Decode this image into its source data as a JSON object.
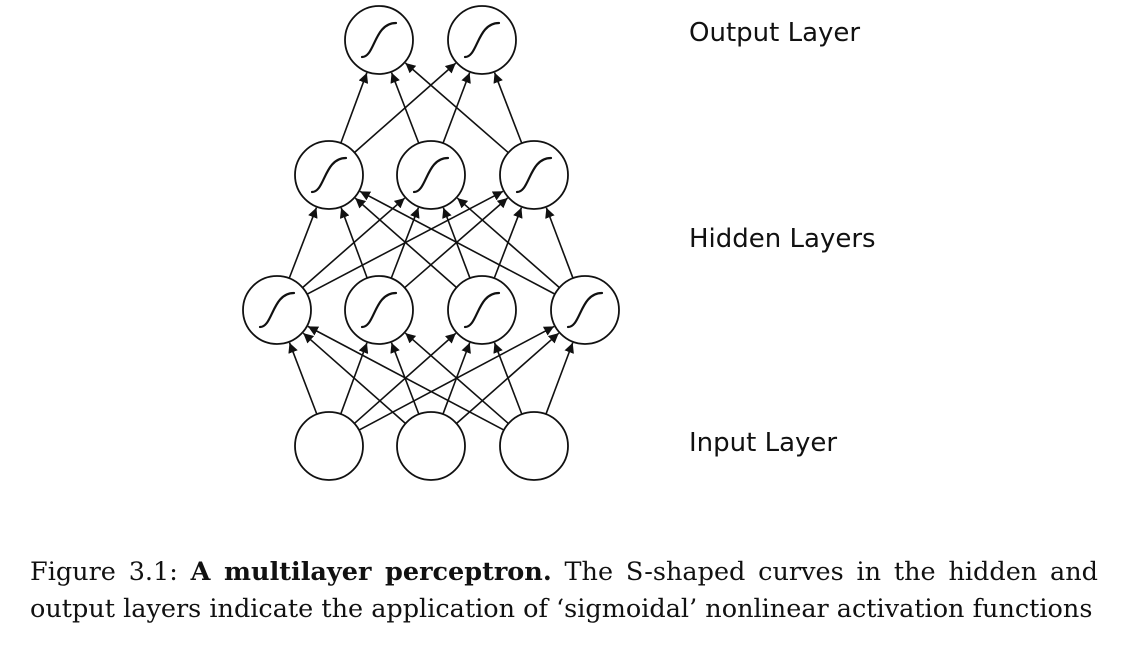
{
  "diagram": {
    "layers": [
      {
        "name": "input",
        "label": "Input Layer",
        "nodes": 3,
        "activation": "none"
      },
      {
        "name": "hidden-1",
        "label": "Hidden Layers",
        "nodes": 4,
        "activation": "sigmoid"
      },
      {
        "name": "hidden-2",
        "label": "",
        "nodes": 3,
        "activation": "sigmoid"
      },
      {
        "name": "output",
        "label": "Output Layer",
        "nodes": 2,
        "activation": "sigmoid"
      }
    ],
    "connections": "fully-connected between adjacent layers, arrows pointing upward",
    "colors": {
      "stroke": "#111111",
      "fill": "#ffffff"
    }
  },
  "labels": {
    "output": "Output Layer",
    "hidden": "Hidden Layers",
    "input": "Input Layer"
  },
  "caption": {
    "prefix": "Figure 3.1: ",
    "title": "A multilayer perceptron.",
    "body": " The S-shaped curves in the hidden and output layers indicate the application of ‘sigmoidal’ nonlinear activation functions"
  }
}
